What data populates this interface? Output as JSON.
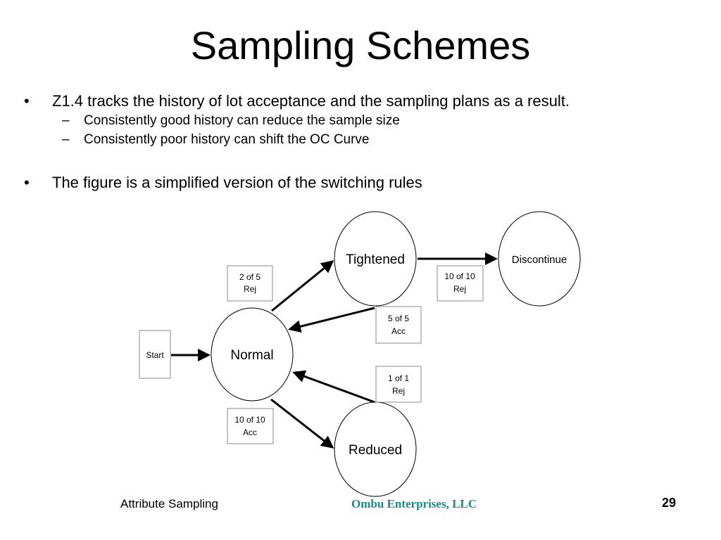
{
  "slide": {
    "title": "Sampling Schemes",
    "bullets": [
      {
        "symbol": "•",
        "text": "Z1.4 tracks the history of lot acceptance and the sampling plans as a result."
      },
      {
        "symbol": "•",
        "text": "The figure is a simplified version of the switching rules"
      }
    ],
    "subbullets": [
      {
        "symbol": "–",
        "text": "Consistently good history can reduce the sample size"
      },
      {
        "symbol": "–",
        "text": "Consistently poor history can shift the OC Curve"
      }
    ]
  },
  "diagram": {
    "nodes": {
      "start": "Start",
      "normal": "Normal",
      "tightened": "Tightened",
      "discontinue": "Discontinue",
      "reduced": "Reduced"
    },
    "conditions": {
      "normal_to_tightened": [
        "2 of 5",
        "Rej"
      ],
      "tightened_to_normal": [
        "5 of 5",
        "Acc"
      ],
      "tightened_to_discontinue": [
        "10 of 10",
        "Rej"
      ],
      "reduced_to_normal": [
        "1 of 1",
        "Rej"
      ],
      "normal_to_reduced": [
        "10 of 10",
        "Acc"
      ]
    }
  },
  "footer": {
    "left": "Attribute Sampling",
    "center": "Ombu Enterprises, LLC",
    "page": "29"
  },
  "colors": {
    "footer_center": "#1a8a8a"
  }
}
